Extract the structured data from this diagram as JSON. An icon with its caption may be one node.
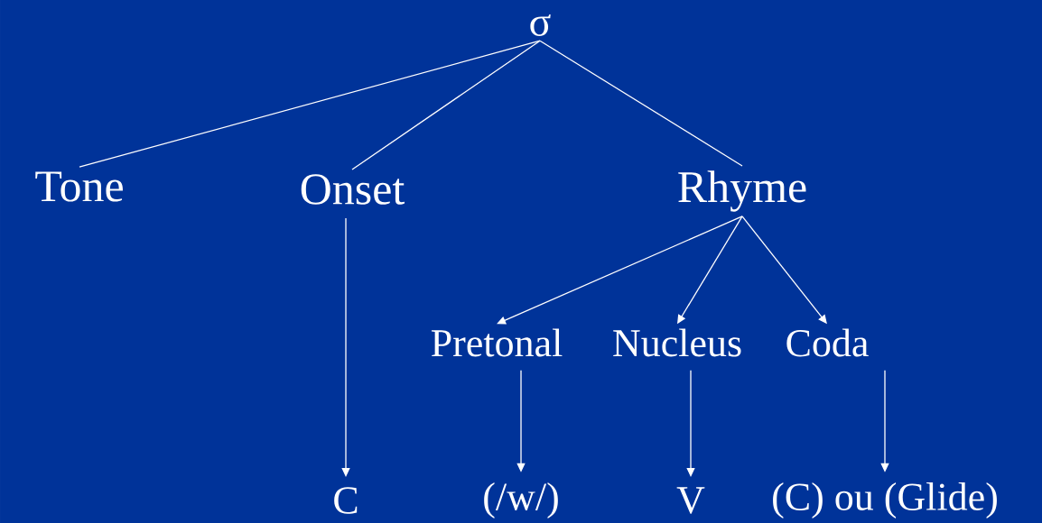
{
  "diagram": {
    "nodes": [
      {
        "text": [
          "σ"
        ]
      },
      {
        "text": [
          "Tone"
        ]
      },
      {
        "text": [
          "Onset"
        ]
      },
      {
        "text": [
          "Rhyme"
        ]
      },
      {
        "text": [
          "Pretonal"
        ]
      },
      {
        "text": [
          "Nucleus"
        ]
      },
      {
        "text": [
          "Coda"
        ]
      },
      {
        "text": [
          "C"
        ]
      },
      {
        "text": [
          "(/w/)"
        ]
      },
      {
        "text": [
          "V"
        ]
      },
      {
        "text": [
          "(C) ou (Glide)"
        ]
      }
    ],
    "edges": [
      {
        "from": 0,
        "to": 1,
        "arrow": "none"
      },
      {
        "from": 0,
        "to": 2,
        "arrow": "none"
      },
      {
        "from": 0,
        "to": 3,
        "arrow": "none"
      },
      {
        "from": 3,
        "to": 4,
        "arrow": "to"
      },
      {
        "from": 3,
        "to": 5,
        "arrow": "to"
      },
      {
        "from": 3,
        "to": 6,
        "arrow": "to"
      },
      {
        "from": 2,
        "to": 7,
        "arrow": "to"
      },
      {
        "from": 4,
        "to": 8,
        "arrow": "to"
      },
      {
        "from": 5,
        "to": 9,
        "arrow": "to"
      },
      {
        "from": 6,
        "to": 10,
        "arrow": "to"
      }
    ]
  }
}
